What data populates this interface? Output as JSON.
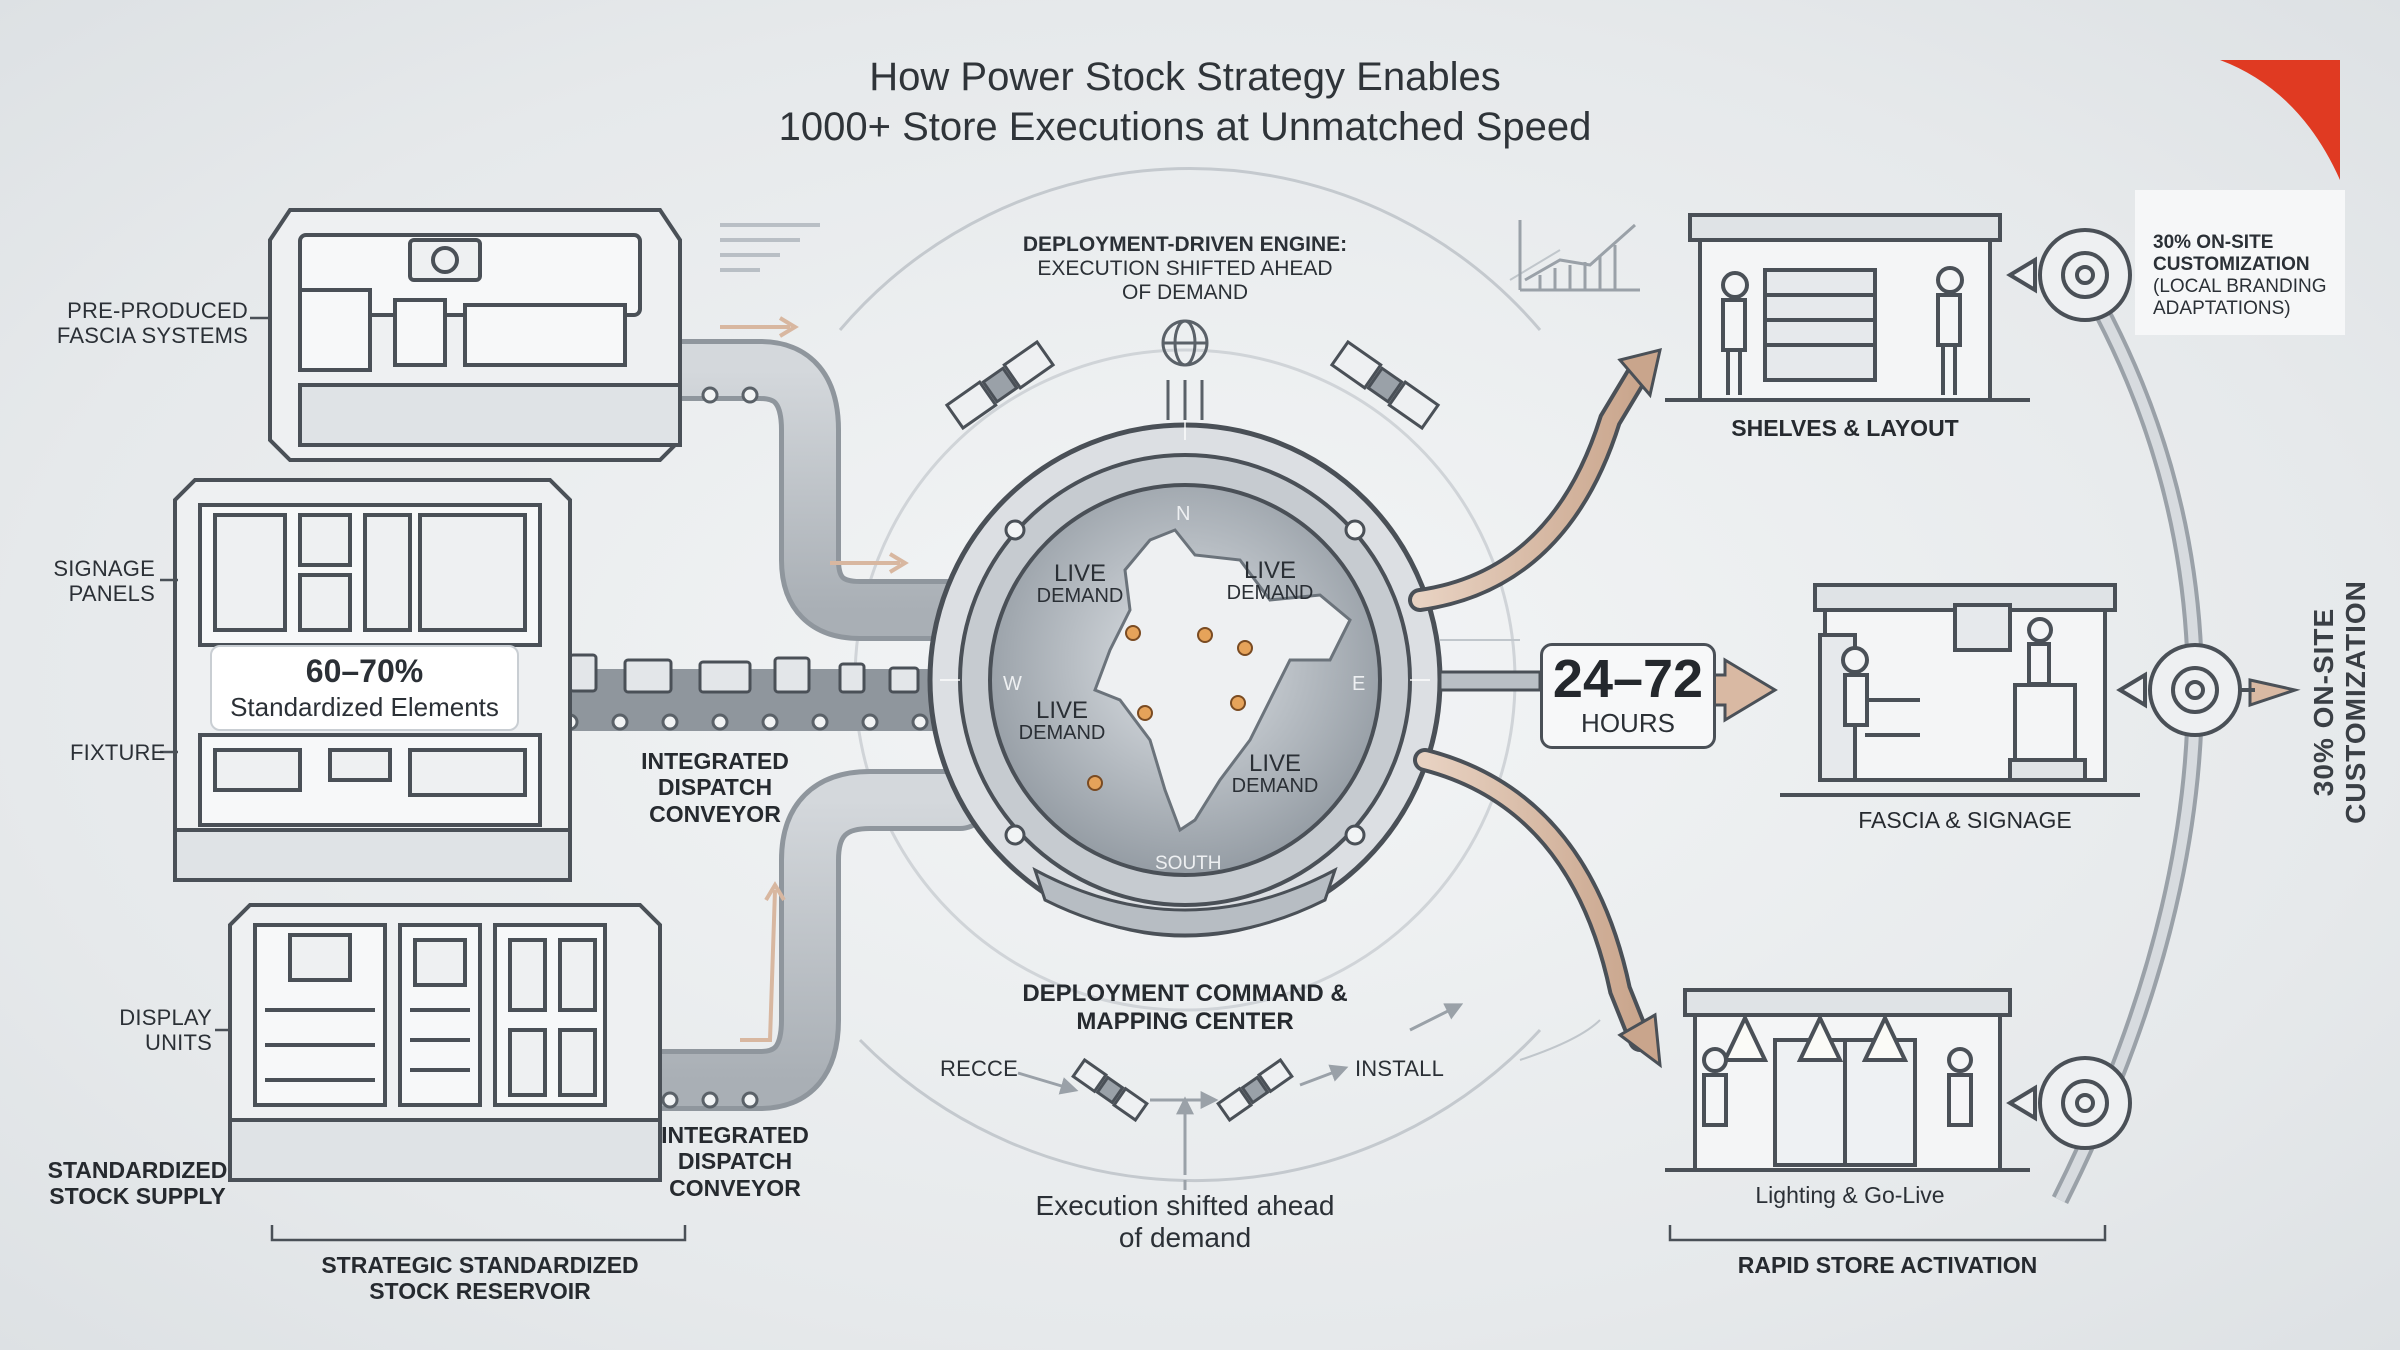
{
  "title": {
    "line1": "How Power Stock Strategy Enables",
    "line2": "1000+ Store Executions at Unmatched Speed"
  },
  "left": {
    "fascia": [
      "PRE-PRODUCED",
      "FASCIA SYSTEMS"
    ],
    "signage": [
      "SIGNAGE",
      "PANELS"
    ],
    "percent": "60–70%",
    "percent_label": "Standardized Elements",
    "fixture": "FIXTURE",
    "display": [
      "DISPLAY",
      "UNITS"
    ],
    "supply": [
      "STANDARDIZED",
      "STOCK SUPPLY"
    ],
    "reservoir": [
      "STRATEGIC STANDARDIZED",
      "STOCK RESERVOIR"
    ],
    "conveyor1": [
      "INTEGRATED",
      "DISPATCH",
      "CONVEYOR"
    ],
    "conveyor2": [
      "INTEGRATED",
      "DISPATCH",
      "CONVEYOR"
    ]
  },
  "center": {
    "engine_bold": "DEPLOYMENT-DRIVEN ENGINE:",
    "engine_lines": [
      "EXECUTION SHIFTED AHEAD",
      "OF DEMAND"
    ],
    "compass": {
      "n": "N",
      "s": "SOUTH",
      "e": "E",
      "w": "W"
    },
    "live": [
      {
        "top": "LIVE",
        "bottom": "DEMAND"
      },
      {
        "top": "LIVE",
        "bottom": "DEMAND"
      },
      {
        "top": "LIVE",
        "bottom": "DEMAND"
      },
      {
        "top": "LIVE",
        "bottom": "DEMAND"
      }
    ],
    "command": [
      "DEPLOYMENT COMMAND &",
      "MAPPING CENTER"
    ],
    "recce": "RECCE",
    "install": "INSTALL",
    "shifted": [
      "Execution shifted ahead",
      "of demand"
    ]
  },
  "timing": {
    "value": "24–72",
    "unit": "HOURS"
  },
  "right": {
    "shelves": "SHELVES & LAYOUT",
    "fascia": "FASCIA & SIGNAGE",
    "lighting": "Lighting & Go-Live",
    "activation": "RAPID STORE ACTIVATION",
    "custom_box": [
      "30% ON-SITE",
      "CUSTOMIZATION",
      "(LOCAL BRANDING",
      "ADAPTATIONS)"
    ],
    "vertical": "30% ON-SITE CUSTOMIZATION"
  },
  "colors": {
    "accent": "#e03a22",
    "arrow": "#d9b9a3",
    "line": "#4a5057"
  }
}
